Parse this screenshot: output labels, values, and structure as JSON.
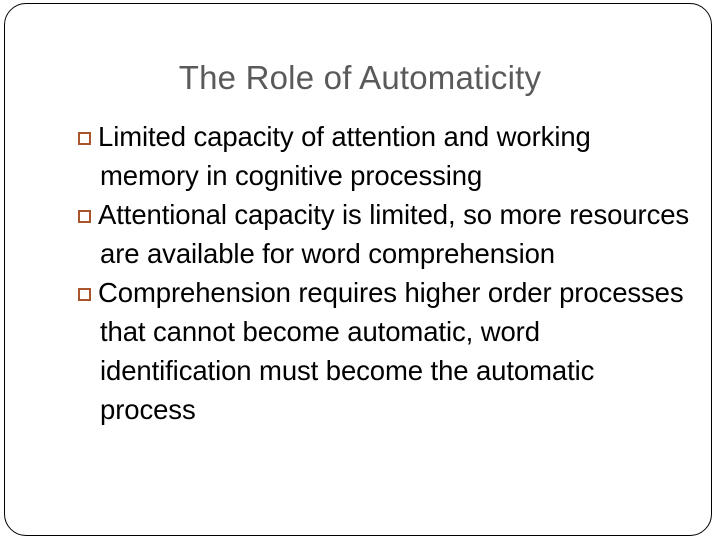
{
  "slide": {
    "title": "The Role of Automaticity",
    "title_color": "#5a5a5a",
    "background_color": "#ffffff",
    "frame_color": "#000000",
    "bullet_marker_color": "#a8552b",
    "bullet_marker_glyph": "hollow-square",
    "body_text_color": "#000000",
    "bullets": [
      {
        "text": "Limited capacity of attention and working memory in cognitive processing"
      },
      {
        "text": "Attentional capacity is limited, so more resources are available for word comprehension"
      },
      {
        "text": "Comprehension requires higher order processes that cannot become automatic, word identification must become the automatic process"
      }
    ]
  }
}
